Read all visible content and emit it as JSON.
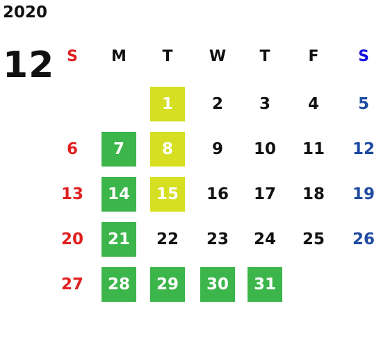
{
  "year": "2020",
  "month": "12",
  "weekdays": [
    "S",
    "M",
    "T",
    "W",
    "T",
    "F",
    "S"
  ],
  "colors": {
    "sunday": "#e02020",
    "saturday": "#1e4aa0",
    "saturday_header": "#1010e0",
    "highlight_green": "#3cb54a",
    "highlight_yellow": "#d6df21"
  },
  "weeks": [
    [
      null,
      null,
      {
        "day": "1",
        "hl": "yellow"
      },
      {
        "day": "2"
      },
      {
        "day": "3"
      },
      {
        "day": "4"
      },
      {
        "day": "5"
      }
    ],
    [
      {
        "day": "6"
      },
      {
        "day": "7",
        "hl": "green"
      },
      {
        "day": "8",
        "hl": "yellow"
      },
      {
        "day": "9"
      },
      {
        "day": "10"
      },
      {
        "day": "11"
      },
      {
        "day": "12"
      }
    ],
    [
      {
        "day": "13"
      },
      {
        "day": "14",
        "hl": "green"
      },
      {
        "day": "15",
        "hl": "yellow"
      },
      {
        "day": "16"
      },
      {
        "day": "17"
      },
      {
        "day": "18"
      },
      {
        "day": "19"
      }
    ],
    [
      {
        "day": "20"
      },
      {
        "day": "21",
        "hl": "green"
      },
      {
        "day": "22"
      },
      {
        "day": "23"
      },
      {
        "day": "24"
      },
      {
        "day": "25"
      },
      {
        "day": "26"
      }
    ],
    [
      {
        "day": "27"
      },
      {
        "day": "28",
        "hl": "green"
      },
      {
        "day": "29",
        "hl": "green"
      },
      {
        "day": "30",
        "hl": "green"
      },
      {
        "day": "31",
        "hl": "green"
      },
      null,
      null
    ]
  ]
}
